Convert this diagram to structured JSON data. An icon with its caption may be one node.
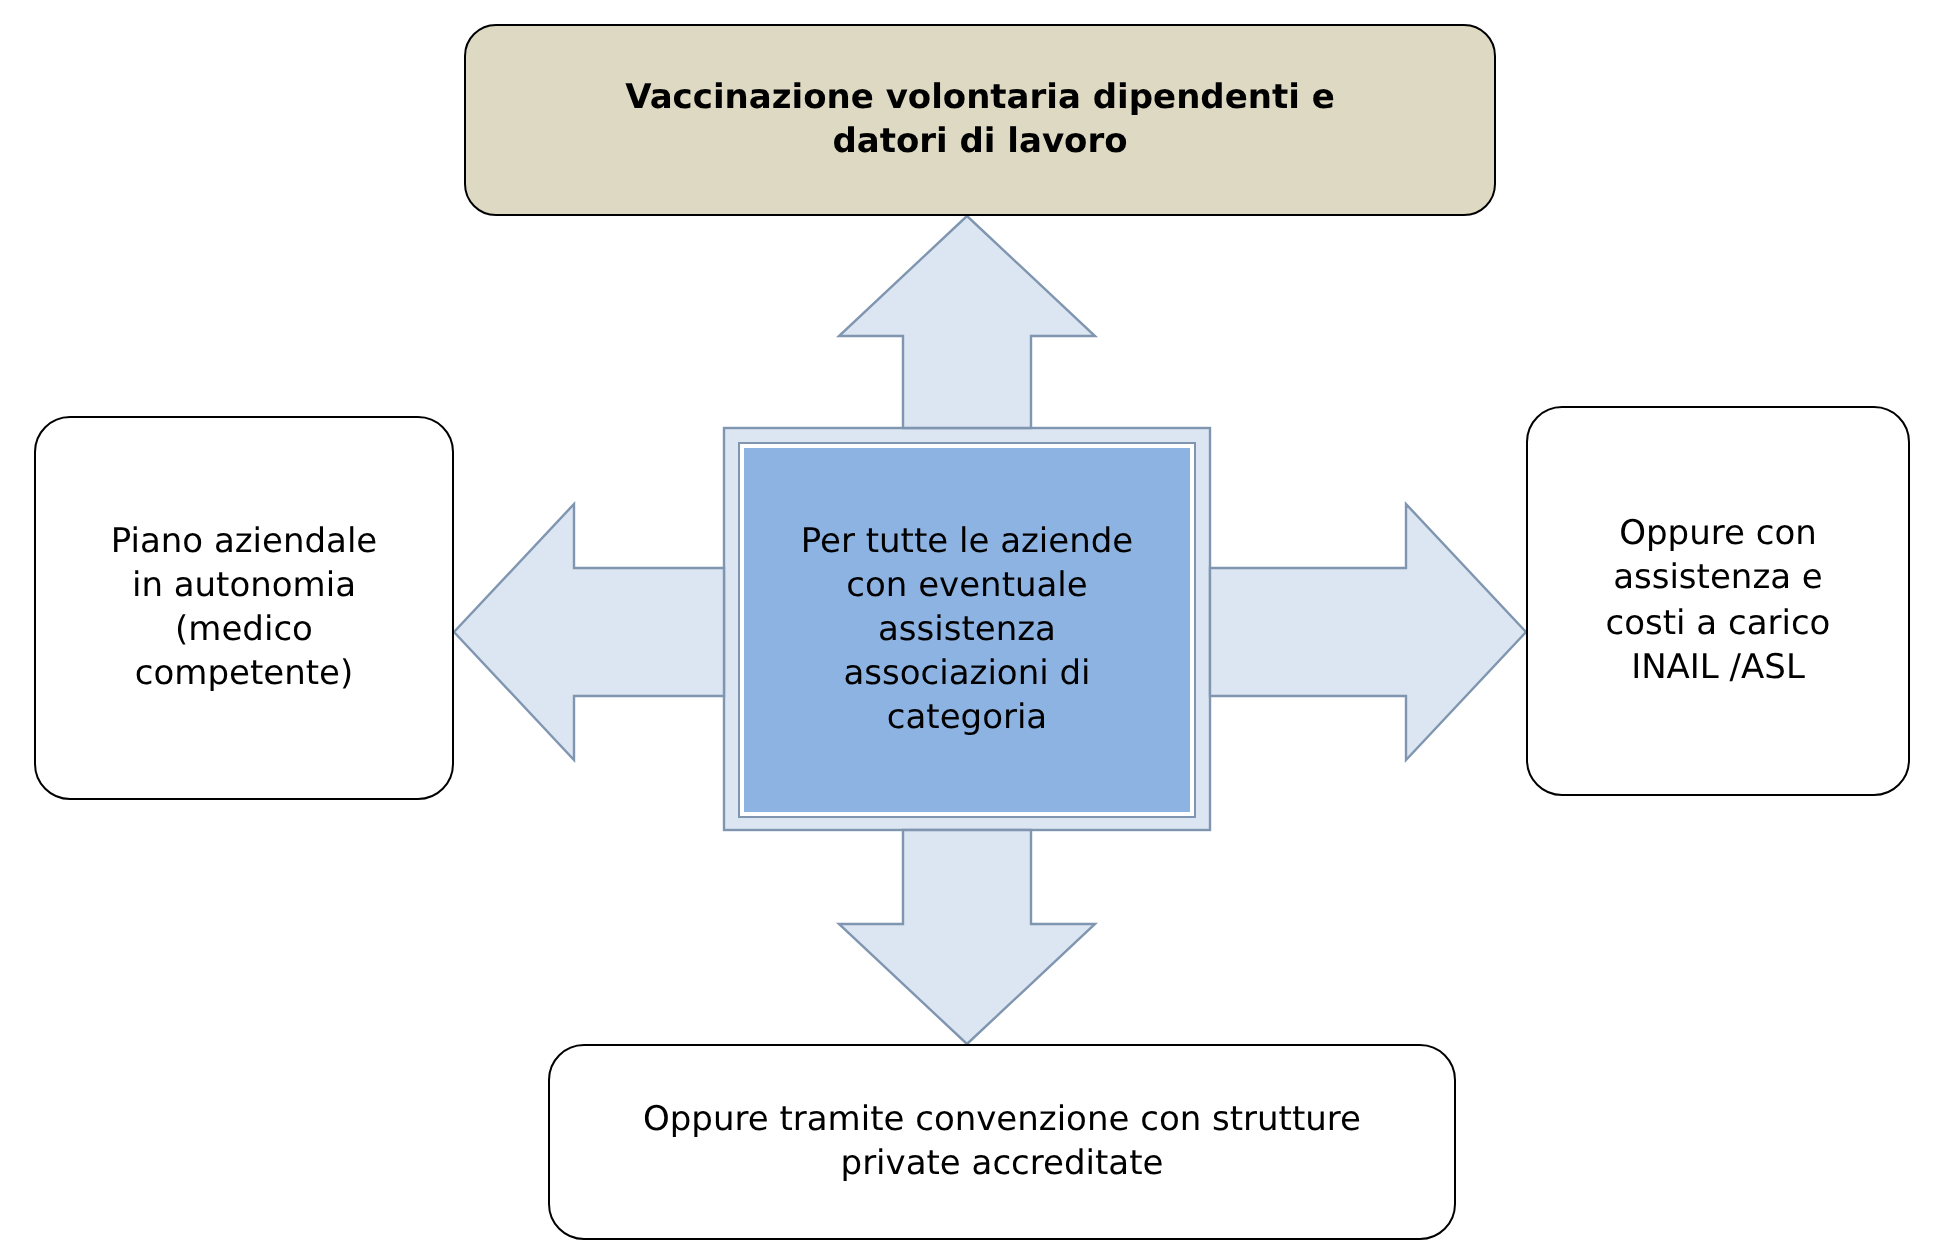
{
  "diagram": {
    "nodes": [
      {
        "text": [
          "Vaccinazione volontaria dipendenti e datori di lavoro"
        ]
      },
      {
        "text": [
          "Piano aziendale in autonomia (medico competente)"
        ]
      },
      {
        "text": [
          "Per tutte le aziende con eventuale assistenza associazioni di categoria"
        ]
      },
      {
        "text": [
          "Oppure con assistenza e costi a carico INAIL /ASL"
        ]
      },
      {
        "text": [
          "Oppure tramite convenzione con strutture private accreditate"
        ]
      }
    ],
    "edges": [
      {
        "from": 2,
        "to": 0,
        "arrow": "to"
      },
      {
        "from": 2,
        "to": 1,
        "arrow": "to"
      },
      {
        "from": 2,
        "to": 3,
        "arrow": "to"
      },
      {
        "from": 2,
        "to": 4,
        "arrow": "to"
      }
    ]
  }
}
